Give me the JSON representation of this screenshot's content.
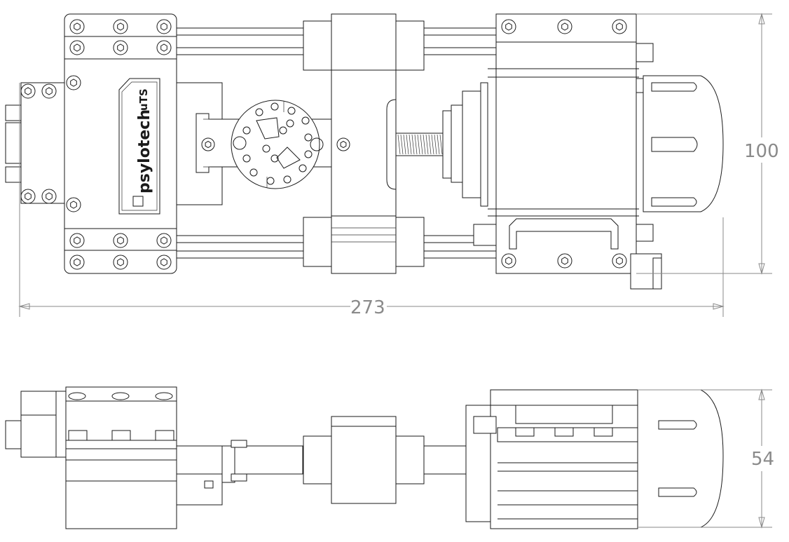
{
  "logo": {
    "brand_text": "psylotech",
    "model_text": "uTS"
  },
  "dimensions": {
    "overall_length": "273",
    "top_view_height": "100",
    "side_view_height": "54"
  },
  "colors": {
    "line": "#1a1a1a",
    "dimension": "#8a8a8a",
    "background": "#ffffff"
  }
}
